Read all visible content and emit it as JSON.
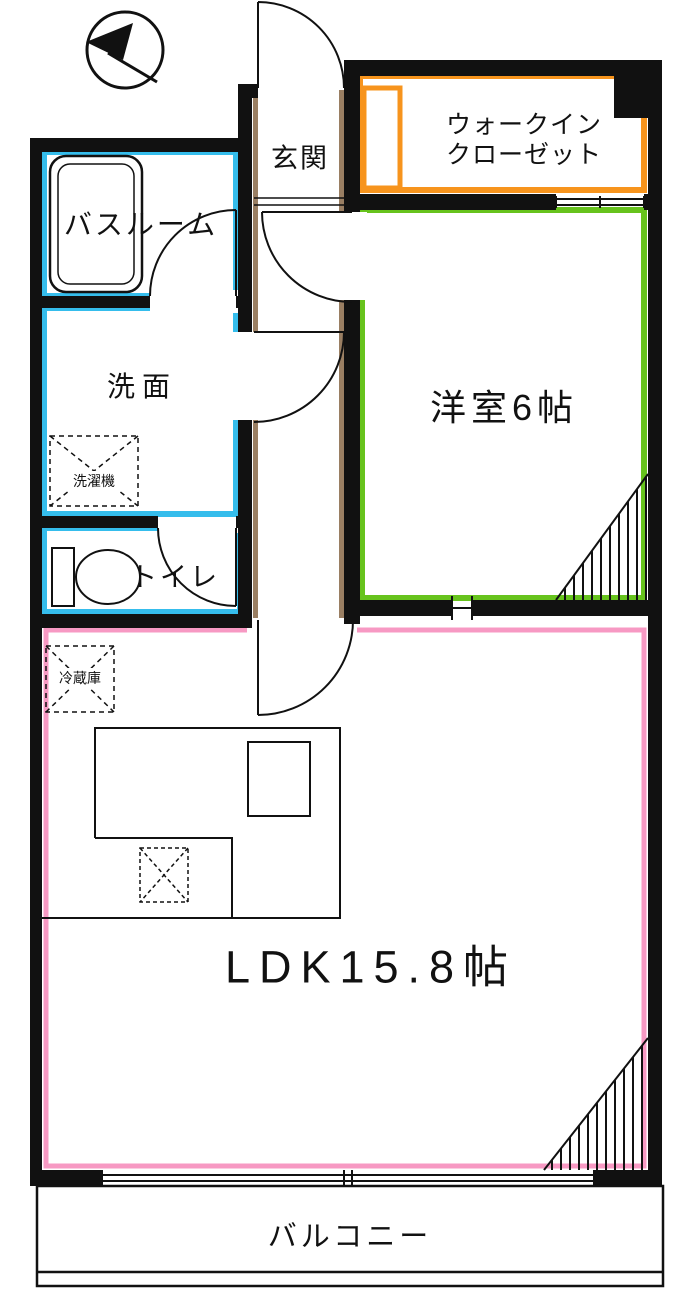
{
  "palette": {
    "wall_black": "#111111",
    "water_blue": "#35bdec",
    "room_green": "#67c31d",
    "ldk_pink": "#f799c3",
    "closet_orange": "#f7941d",
    "hall_brown": "#9a7f63"
  },
  "icons": {
    "compass": "north-arrow"
  },
  "labels": {
    "genkan": "玄関",
    "walk_in_closet_line1": "ウォークイン",
    "walk_in_closet_line2": "クローゼット",
    "bathroom": "バスルーム",
    "washroom": "洗面",
    "washing_machine": "洗濯機",
    "toilet": "トイレ",
    "western_room": "洋室6帖",
    "refrigerator": "冷蔵庫",
    "ldk": "LDK15.8帖",
    "balcony": "バルコニー"
  }
}
